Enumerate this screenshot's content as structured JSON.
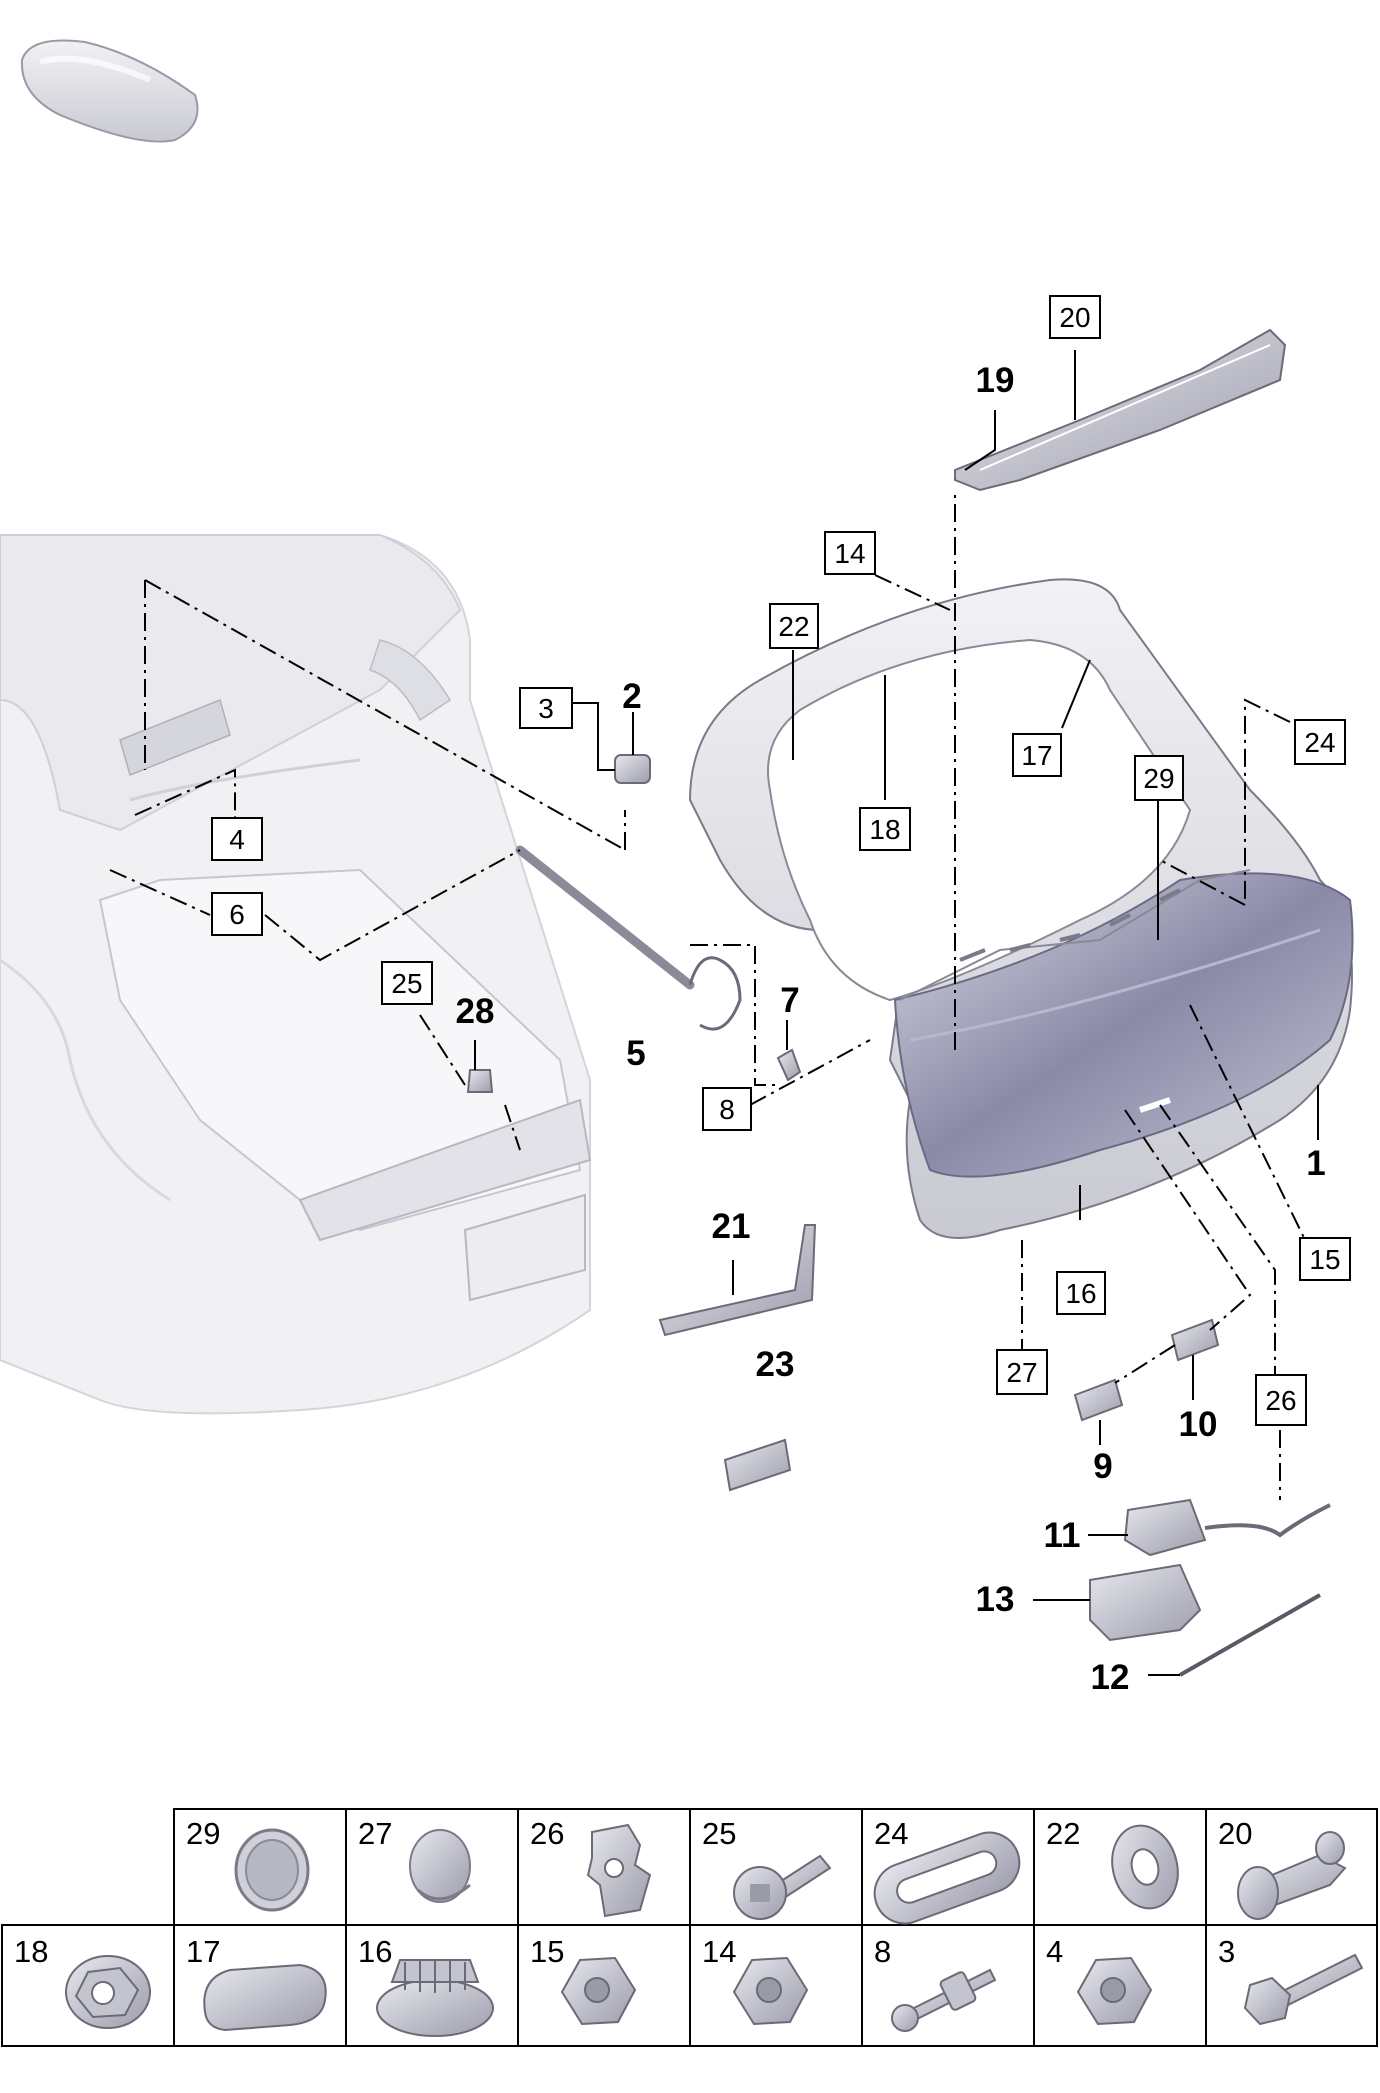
{
  "overview_icon": "car-silhouette-icon",
  "labels": {
    "p1": "1",
    "p2": "2",
    "p5": "5",
    "p7": "7",
    "p9": "9",
    "p10": "10",
    "p11": "11",
    "p12": "12",
    "p13": "13",
    "p19": "19",
    "p21": "21",
    "p23": "23",
    "p28": "28"
  },
  "boxed_labels": {
    "b3": "3",
    "b4": "4",
    "b6": "6",
    "b8": "8",
    "b14": "14",
    "b15": "15",
    "b16": "16",
    "b17": "17",
    "b18": "18",
    "b20": "20",
    "b22": "22",
    "b24": "24",
    "b25": "25",
    "b26": "26",
    "b27": "27",
    "b29": "29"
  },
  "legend_row1": [
    {
      "num": "29",
      "icon": "grommet-plug-icon"
    },
    {
      "num": "27",
      "icon": "dome-plug-icon"
    },
    {
      "num": "26",
      "icon": "cable-clip-icon"
    },
    {
      "num": "25",
      "icon": "torx-bolt-icon"
    },
    {
      "num": "24",
      "icon": "slotted-grommet-icon"
    },
    {
      "num": "22",
      "icon": "ring-grommet-icon"
    },
    {
      "num": "20",
      "icon": "expansion-rivet-icon"
    }
  ],
  "legend_row2": [
    {
      "num": "18",
      "icon": "flange-nut-icon"
    },
    {
      "num": "17",
      "icon": "rubber-pad-icon"
    },
    {
      "num": "16",
      "icon": "cage-nut-icon"
    },
    {
      "num": "15",
      "icon": "hex-nut-icon"
    },
    {
      "num": "14",
      "icon": "hex-nut-icon"
    },
    {
      "num": "8",
      "icon": "ball-stud-icon"
    },
    {
      "num": "4",
      "icon": "hex-nut-icon"
    },
    {
      "num": "3",
      "icon": "hex-bolt-icon"
    }
  ]
}
